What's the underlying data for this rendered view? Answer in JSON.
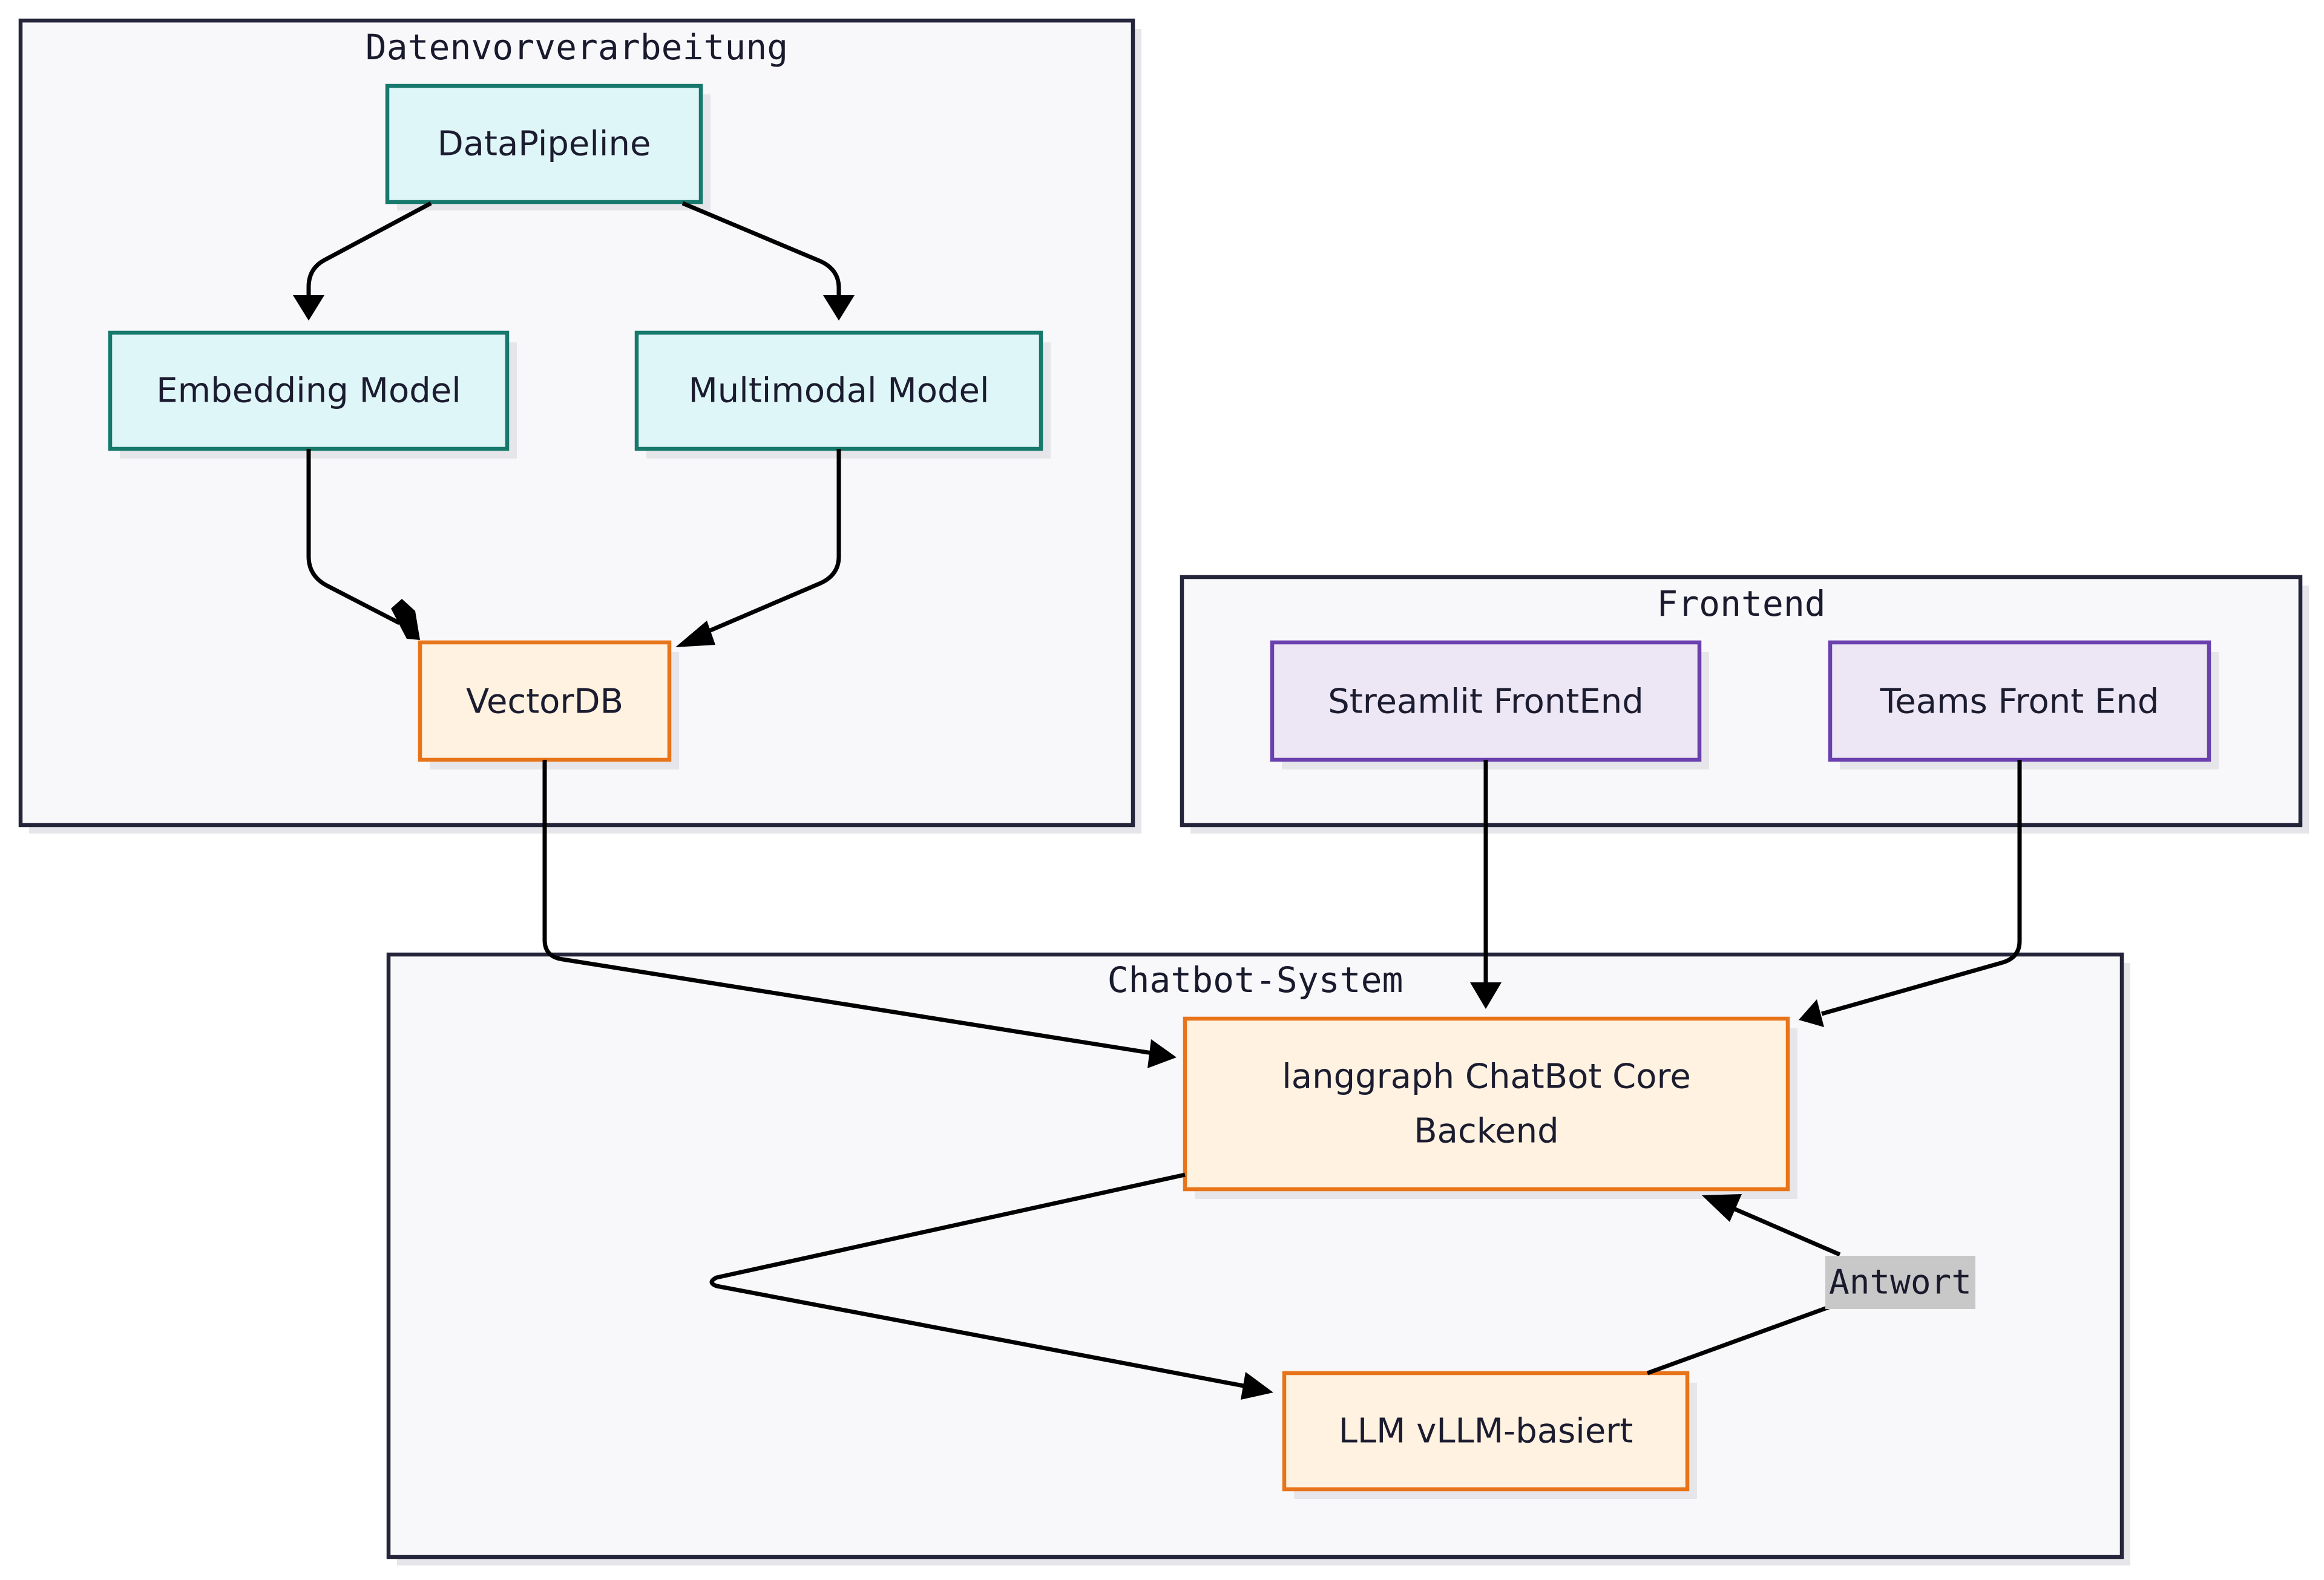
{
  "clusters": {
    "preprocessing": {
      "title": "Datenvorverarbeitung"
    },
    "frontend": {
      "title": "Frontend"
    },
    "chatbot": {
      "title": "Chatbot-System"
    }
  },
  "nodes": {
    "data_pipeline": {
      "label": "DataPipeline"
    },
    "embedding_model": {
      "label": "Embedding Model"
    },
    "multimodal_model": {
      "label": "Multimodal Model"
    },
    "vector_db": {
      "label": "VectorDB"
    },
    "streamlit_frontend": {
      "label": "Streamlit FrontEnd"
    },
    "teams_frontend": {
      "label": "Teams Front End"
    },
    "chatbot_core": {
      "line1": "langgraph ChatBot Core",
      "line2": "Backend"
    },
    "llm": {
      "label": "LLM vLLM-basiert"
    }
  },
  "edge_labels": {
    "answer": "Antwort"
  },
  "colors": {
    "teal_fill": "#dff6f8",
    "teal_stroke": "#17786c",
    "orange_fill": "#fff2e1",
    "orange_stroke": "#e8741a",
    "purple_fill": "#ede6f4",
    "purple_stroke": "#6a40ae",
    "cluster_fill": "#f8f8fa",
    "cluster_stroke": "#24243a"
  }
}
